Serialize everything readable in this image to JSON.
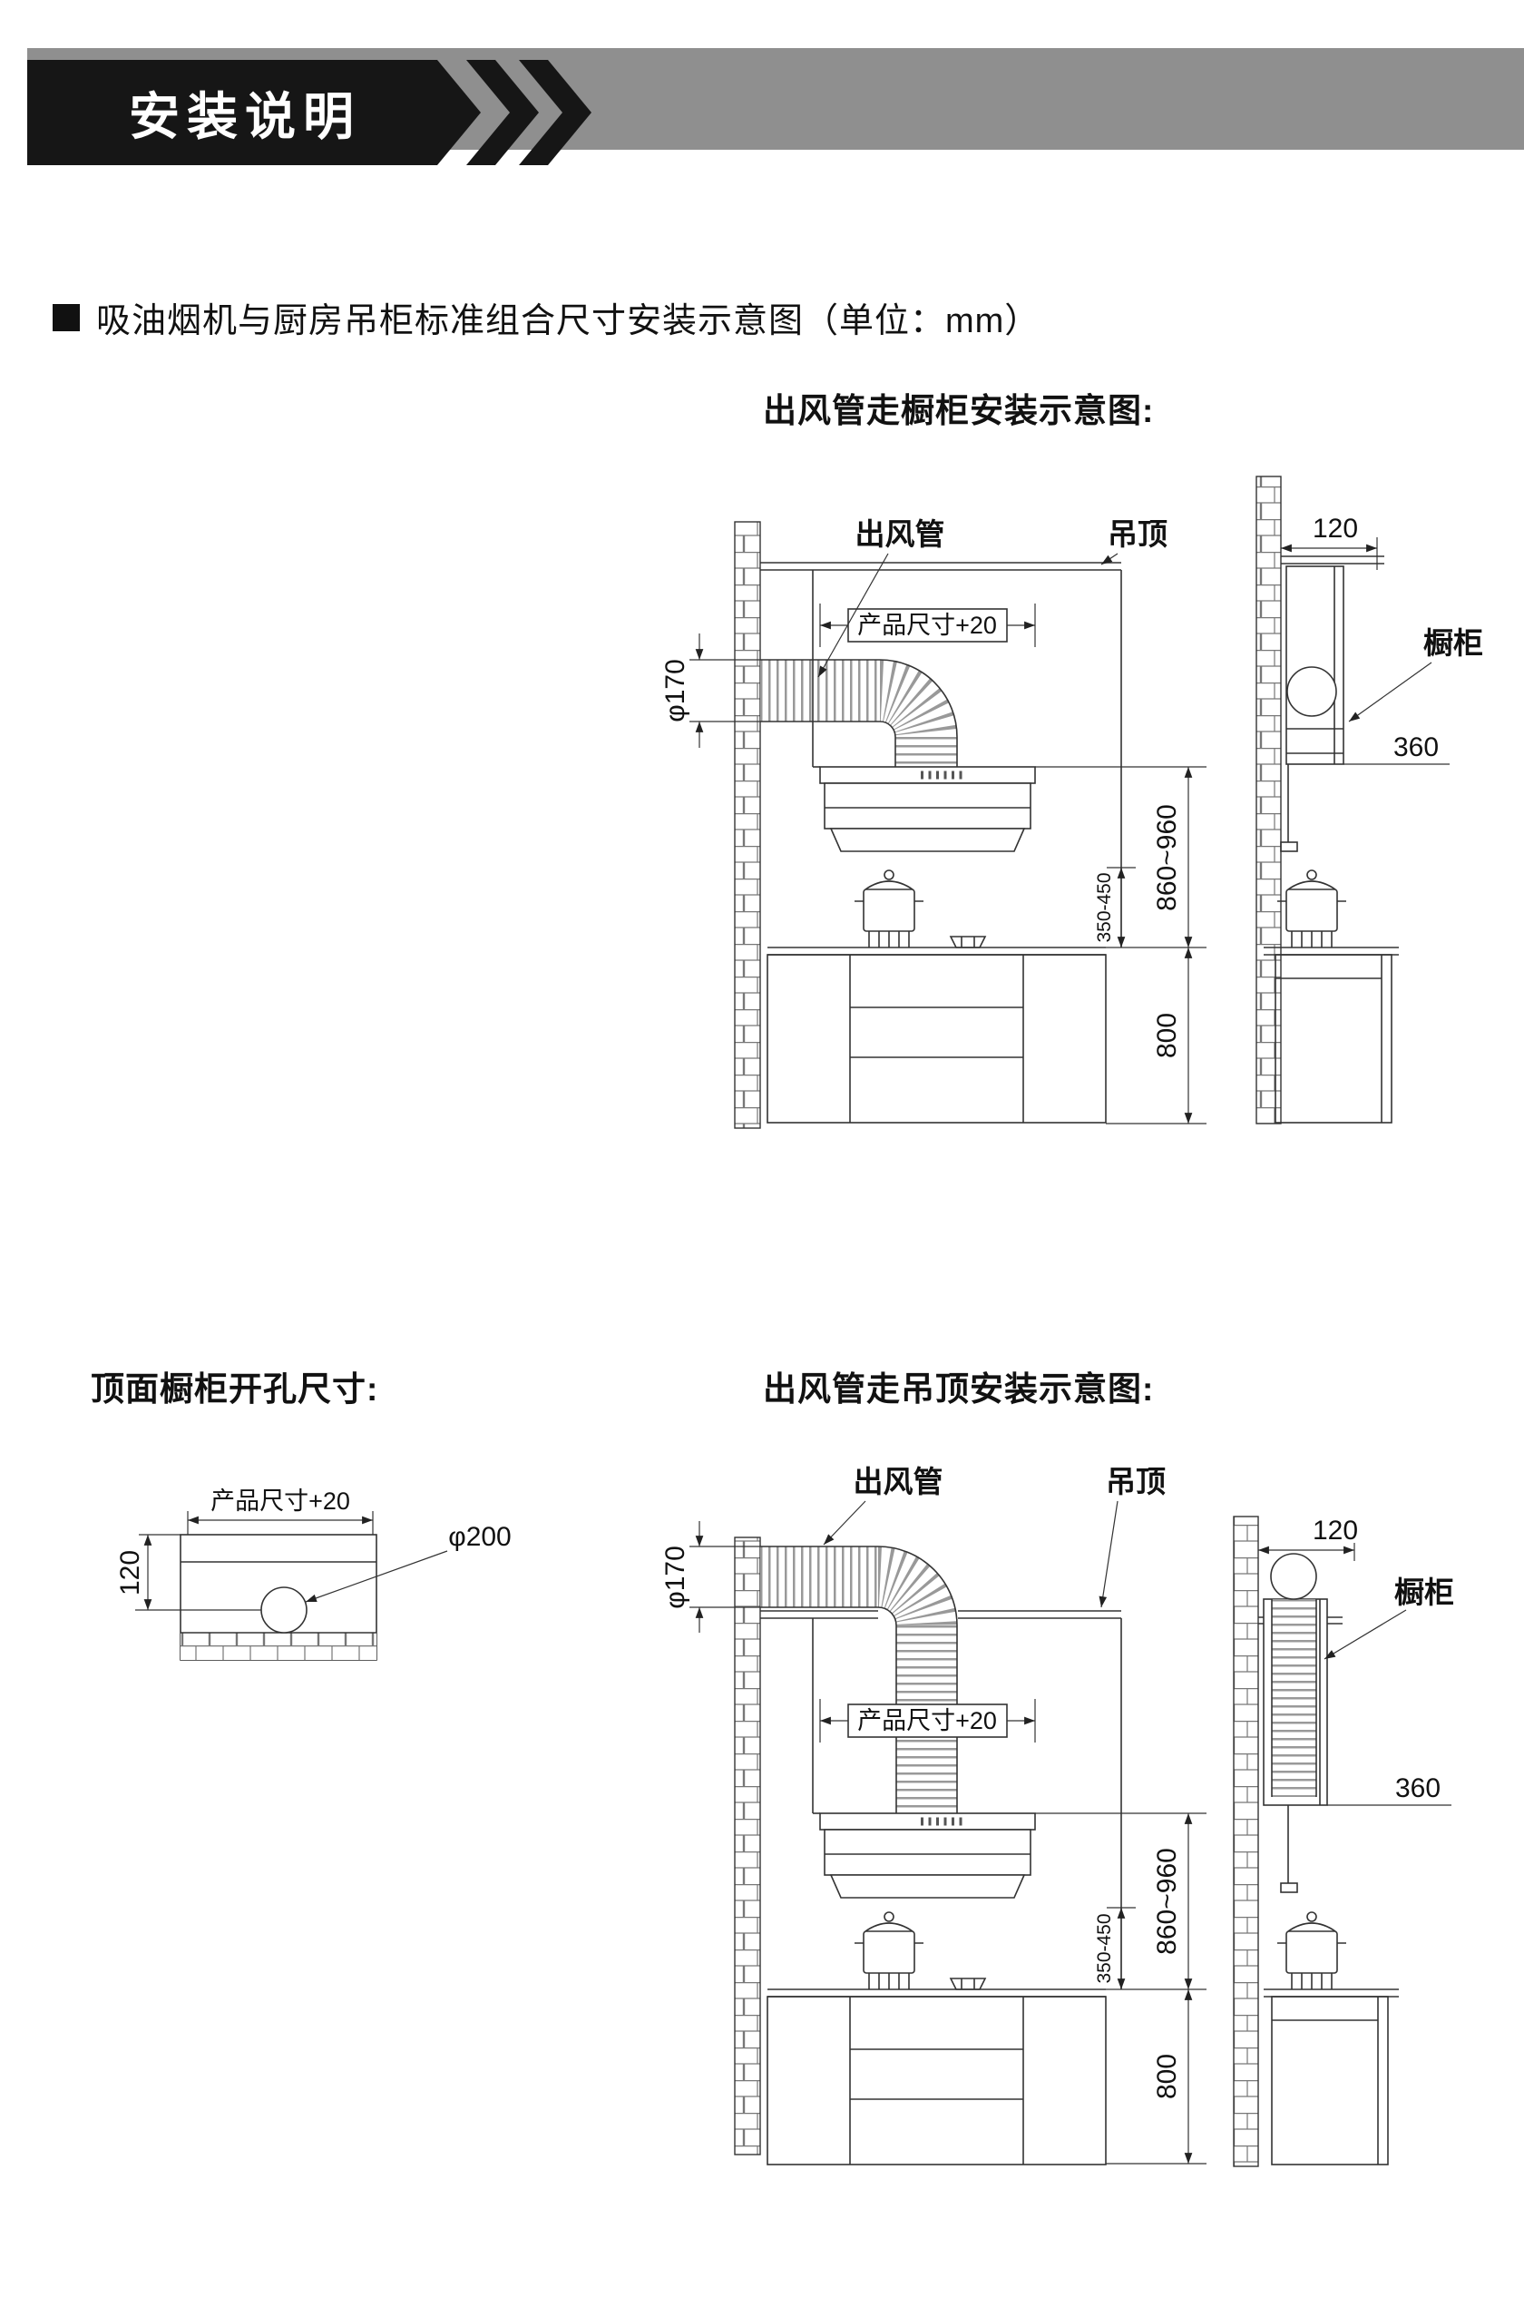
{
  "header": {
    "title": "安装说明"
  },
  "section": {
    "bullet_icon": "black-square-bullet",
    "title": "吸油烟机与厨房吊柜标准组合尺寸安装示意图（单位：mm）"
  },
  "diagrams": {
    "cabinet_route": {
      "title": "出风管走橱柜安装示意图:",
      "labels": {
        "duct": "出风管",
        "ceiling": "吊顶",
        "cabinet": "橱柜",
        "duct_diameter": "φ170",
        "product_width": "产品尺寸+20",
        "hood_height_range": "860~960",
        "hood_to_cooktop_range": "350-450",
        "base_cabinet_height": "800",
        "cabinet_depth": "120",
        "cabinet_height": "360"
      }
    },
    "top_cutout": {
      "title": "顶面橱柜开孔尺寸:",
      "labels": {
        "product_width": "产品尺寸+20",
        "edge_offset": "120",
        "hole_diameter": "φ200"
      }
    },
    "ceiling_route": {
      "title": "出风管走吊顶安装示意图:",
      "labels": {
        "duct": "出风管",
        "ceiling": "吊顶",
        "cabinet": "橱柜",
        "duct_diameter": "φ170",
        "product_width": "产品尺寸+20",
        "hood_height_range": "860~960",
        "hood_to_cooktop_range": "350-450",
        "base_cabinet_height": "800",
        "cabinet_depth": "120",
        "cabinet_height": "360"
      }
    }
  }
}
